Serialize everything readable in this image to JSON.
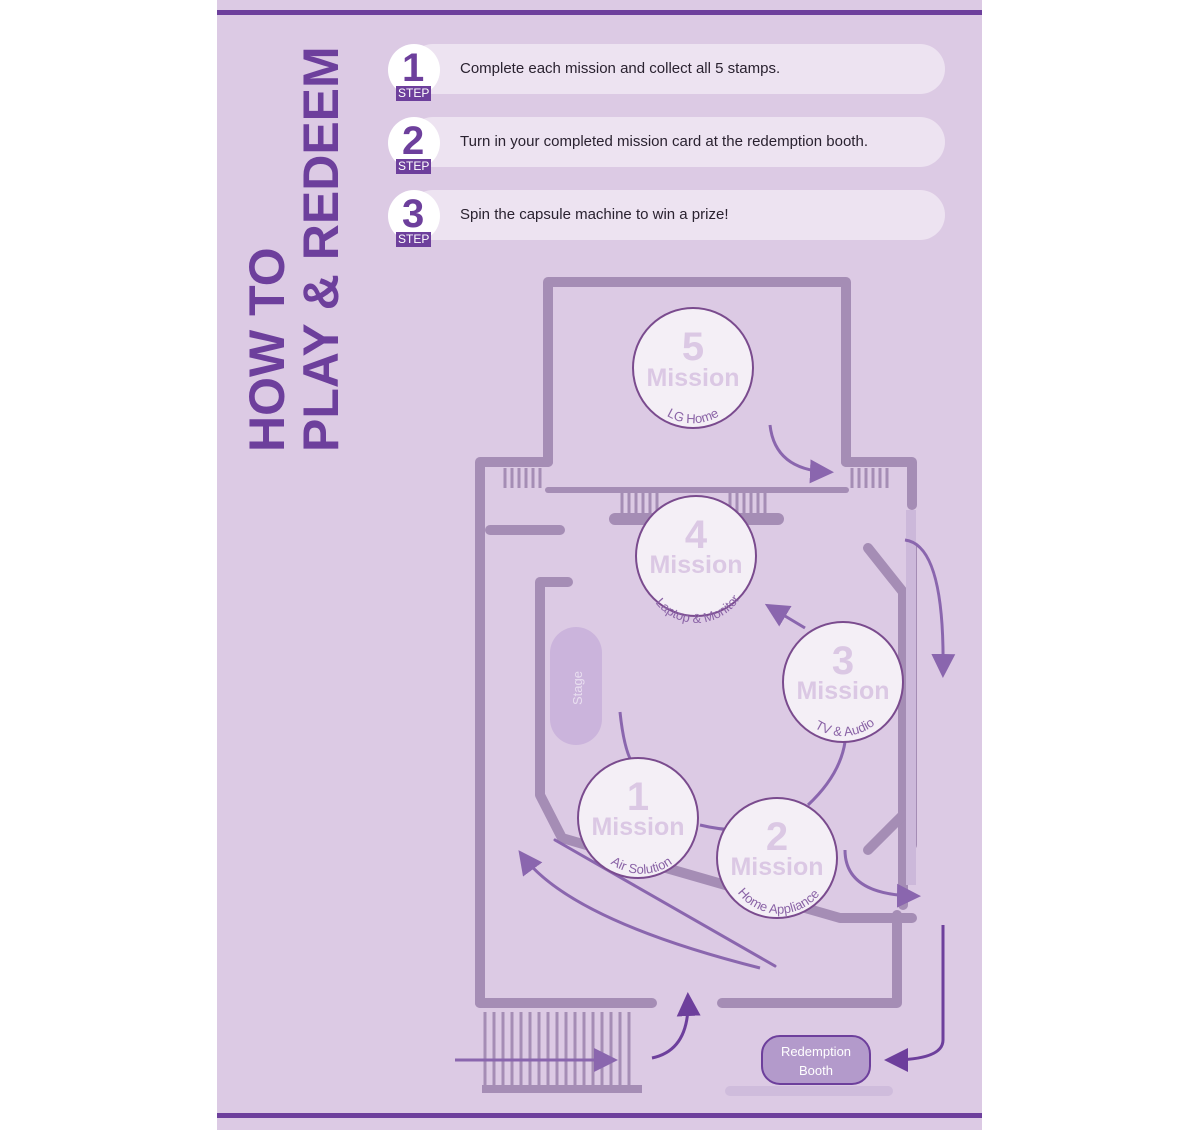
{
  "title": {
    "line1": "HOW TO",
    "line2": "PLAY & REDEEM"
  },
  "steps": [
    {
      "number": "1",
      "tag": "STEP",
      "text": "Complete each mission and collect all 5 stamps."
    },
    {
      "number": "2",
      "tag": "STEP",
      "text": "Turn in your completed mission card at the redemption booth."
    },
    {
      "number": "3",
      "tag": "STEP",
      "text": "Spin the capsule machine to win a prize!"
    }
  ],
  "missions": [
    {
      "number": "5",
      "word": "Mission",
      "zone": "LG Home"
    },
    {
      "number": "4",
      "word": "Mission",
      "zone": "Laptop & Monitor"
    },
    {
      "number": "3",
      "word": "Mission",
      "zone": "TV & Audio"
    },
    {
      "number": "1",
      "word": "Mission",
      "zone": "Air Solution"
    },
    {
      "number": "2",
      "word": "Mission",
      "zone": "Home Appliance"
    }
  ],
  "stage_label": "Stage",
  "booth": {
    "line1": "Redemption",
    "line2": "Booth"
  },
  "colors": {
    "accent": "#6d3f9c",
    "background": "#dccae4",
    "wall": "#a58db5",
    "arrow": "#8a66ae"
  }
}
